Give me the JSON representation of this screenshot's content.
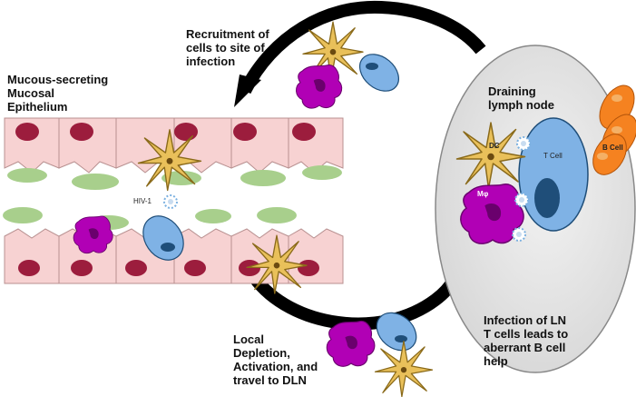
{
  "labels": {
    "recruitment": [
      "Recruitment of",
      "cells to site of",
      "infection"
    ],
    "epithelium": [
      "Mucous-secreting",
      "Mucosal",
      "Epithelium"
    ],
    "lymph_node": [
      "Draining",
      "lymph node"
    ],
    "infection": [
      "Infection of LN",
      "T cells leads to",
      "aberrant B cell",
      "help"
    ],
    "local": [
      "Local",
      "Depletion,",
      "Activation, and",
      "travel to DLN"
    ]
  },
  "cell_labels": {
    "hiv": "HIV-1",
    "dc": "DC",
    "t_cell": "T Cell",
    "b_cell": "B Cell",
    "macrophage": "Mφ"
  },
  "colors": {
    "epithelial_cell": "#f7d2d2",
    "epithelial_border": "#b89090",
    "nucleus": "#9c1d3d",
    "mucus": "#a8cf8c",
    "dc_fill": "#e9c05a",
    "dc_stroke": "#8a6a1a",
    "macrophage": "#b100b5",
    "t_cell": "#7fb2e5",
    "t_nucleus": "#1f4e79",
    "b_cell": "#f58220",
    "lymph_node": "#e6e6e6",
    "arrow": "#000000",
    "hiv": "#7ab0e0"
  }
}
